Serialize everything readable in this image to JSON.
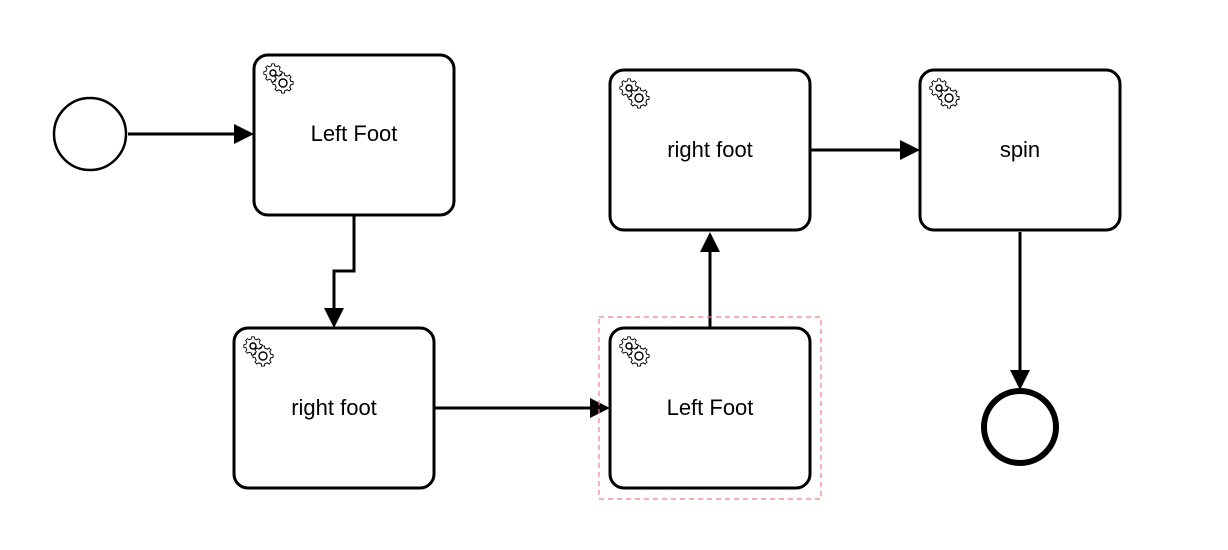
{
  "diagram": {
    "tasks": [
      {
        "id": "task-left-foot-1",
        "label": "Left Foot",
        "icon": "gear-icon"
      },
      {
        "id": "task-right-foot-1",
        "label": "right foot",
        "icon": "gear-icon"
      },
      {
        "id": "task-left-foot-2",
        "label": "Left Foot",
        "icon": "gear-icon",
        "selected": true
      },
      {
        "id": "task-right-foot-2",
        "label": "right foot",
        "icon": "gear-icon"
      },
      {
        "id": "task-spin",
        "label": "spin",
        "icon": "gear-icon"
      }
    ],
    "events": [
      {
        "id": "start-event",
        "type": "start"
      },
      {
        "id": "end-event",
        "type": "end"
      }
    ],
    "flows": [
      {
        "from": "start-event",
        "to": "task-left-foot-1"
      },
      {
        "from": "task-left-foot-1",
        "to": "task-right-foot-1"
      },
      {
        "from": "task-right-foot-1",
        "to": "task-left-foot-2"
      },
      {
        "from": "task-left-foot-2",
        "to": "task-right-foot-2"
      },
      {
        "from": "task-right-foot-2",
        "to": "task-spin"
      },
      {
        "from": "task-spin",
        "to": "end-event"
      }
    ],
    "colors": {
      "stroke": "#000000",
      "selection": "#f08080",
      "background": "#ffffff"
    }
  }
}
